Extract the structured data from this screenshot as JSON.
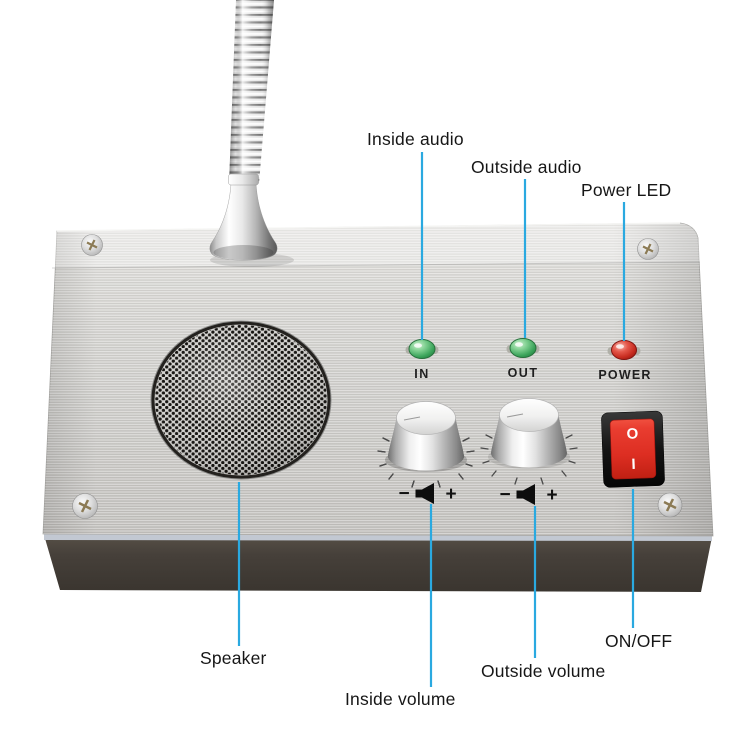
{
  "annotations": {
    "leader_color": "#2aa9e0",
    "text_color": "#161616",
    "inside_audio": "Inside audio",
    "outside_audio": "Outside audio",
    "power_led": "Power LED",
    "speaker": "Speaker",
    "inside_volume": "Inside volume",
    "outside_volume": "Outside volume",
    "on_off": "ON/OFF"
  },
  "device": {
    "panel_color": "#d3d2cf",
    "base_color": "#46403a",
    "leds": [
      {
        "id": "in",
        "label": "IN",
        "color": "#46a95f",
        "icon": "green-led-icon"
      },
      {
        "id": "out",
        "label": "OUT",
        "color": "#46a95f",
        "icon": "green-led-icon"
      },
      {
        "id": "power",
        "label": "POWER",
        "color": "#cb2a1f",
        "icon": "red-led-icon"
      }
    ],
    "volume_controls": [
      {
        "id": "inside",
        "minus": "−",
        "plus": "+",
        "icon": "speaker-icon"
      },
      {
        "id": "outside",
        "minus": "−",
        "plus": "+",
        "icon": "speaker-icon"
      }
    ],
    "power_switch": {
      "rocker_color": "#e0342b",
      "off_symbol": "O",
      "on_symbol": "I"
    }
  }
}
